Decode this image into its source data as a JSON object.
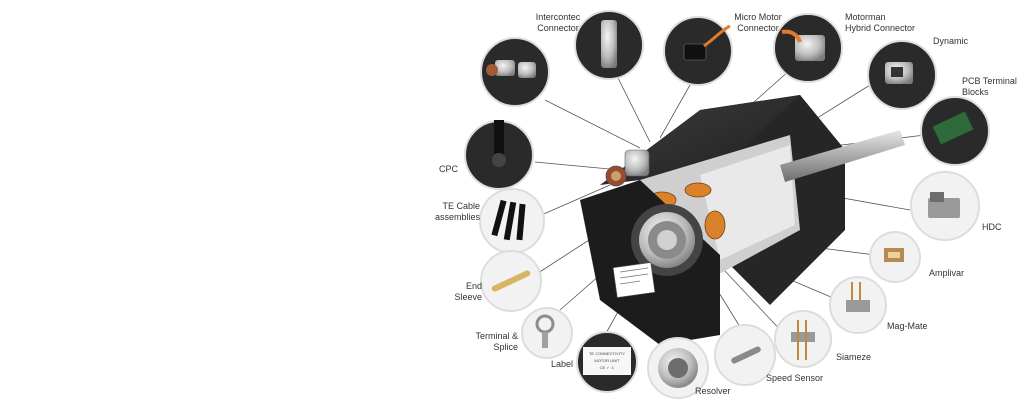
{
  "labels": {
    "intercontec": "Intercontec\nConnector",
    "micro_motor": "Micro Motor\nConnector",
    "motorman": "Motorman\nHybrid Connector",
    "dynamic": "Dynamic",
    "pcb_terminal": "PCB Terminal\nBlocks",
    "cpc": "CPC",
    "te_cable": "TE Cable\nassemblies",
    "hdc": "HDC",
    "amplivar": "Amplivar",
    "end_sleeve": "End\nSleeve",
    "mag_mate": "Mag-Mate",
    "terminal_splice": "Terminal &\nSplice",
    "siameze": "Siameze",
    "label": "Label",
    "speed_sensor": "Speed Sensor",
    "resolver": "Resolver"
  },
  "product_label_text": [
    "TE CONNECTIVITY",
    "MOTOR UNIT",
    "CE  ✓  ⚠"
  ],
  "colors": {
    "motor_body": "#2b2b2b",
    "motor_side": "#3a3a3a",
    "stator_coil": "#d9822b",
    "connector_metal": "#b9b9b9",
    "callout_ring": "#222222",
    "leader_line": "#555555",
    "label_text": "#333333"
  }
}
